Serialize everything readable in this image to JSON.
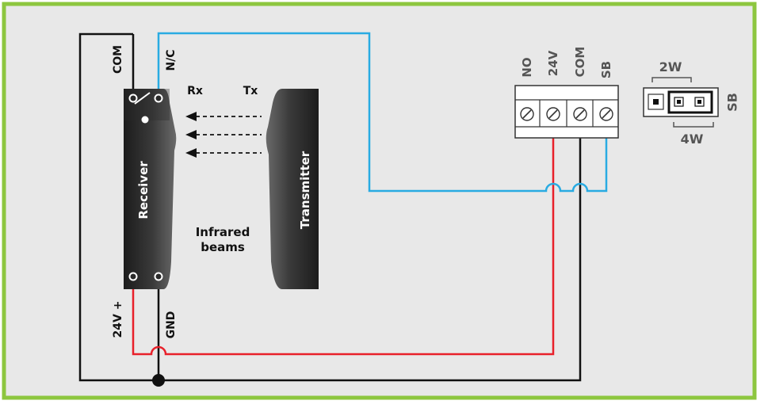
{
  "labels": {
    "com": "COM",
    "nc": "N/C",
    "rx": "Rx",
    "tx": "Tx",
    "receiver": "Receiver",
    "transmitter": "Transmitter",
    "infrared_line1": "Infrared",
    "infrared_line2": "beams",
    "v24_plus": "24V +",
    "gnd": "GND"
  },
  "terminal_block": {
    "labels": [
      "NO",
      "24V",
      "COM",
      "SB"
    ]
  },
  "jumper": {
    "top_label": "2W",
    "bottom_label": "4W",
    "side_label": "SB"
  },
  "colors": {
    "frame_border": "#8dc63f",
    "background": "#e8e8e8",
    "wire_black": "#111111",
    "wire_red": "#e8202a",
    "wire_blue": "#29abe2",
    "device_body": "#2a2a2a"
  }
}
